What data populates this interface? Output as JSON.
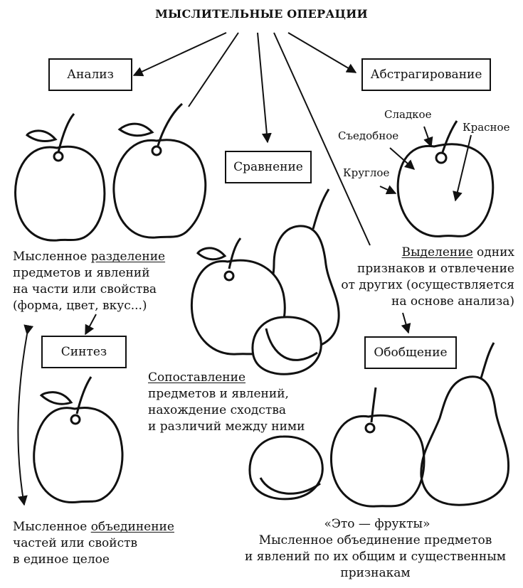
{
  "title": "МЫСЛИТЕЛЬНЫЕ ОПЕРАЦИИ",
  "boxes": {
    "analysis": "Анализ",
    "abstraction": "Абстрагирование",
    "comparison": "Сравнение",
    "synthesis": "Синтез",
    "generalization": "Обобщение"
  },
  "analysis_text": {
    "l1_pre": "Мысленное ",
    "l1_term": "разделение",
    "l2": "предметов и явлений",
    "l3": "на части или свойства",
    "l4": "(форма, цвет, вкус...)"
  },
  "abstraction_labels": {
    "sweet": "Сладкое",
    "edible": "Съедобное",
    "red": "Красное",
    "round": "Круглое"
  },
  "abstraction_text": {
    "l1_term": "Выделение",
    "l1_post": " одних",
    "l2": "признаков и отвлечение",
    "l3": "от других (осуществляется",
    "l4": "на основе анализа)"
  },
  "comparison_text": {
    "l1_term": "Сопоставление",
    "l2": "предметов и явлений,",
    "l3": "нахождение сходства",
    "l4": "и различий между ними"
  },
  "synthesis_text": {
    "l1_pre": "Мысленное ",
    "l1_term": "объединение",
    "l2": "частей или свойств",
    "l3": "в единое целое"
  },
  "generalization_text": {
    "quote": "«Это — фрукты»",
    "l2": "Мысленное объединение предметов",
    "l3": "и явлений по их общим и существенным",
    "l4": "признакам"
  }
}
